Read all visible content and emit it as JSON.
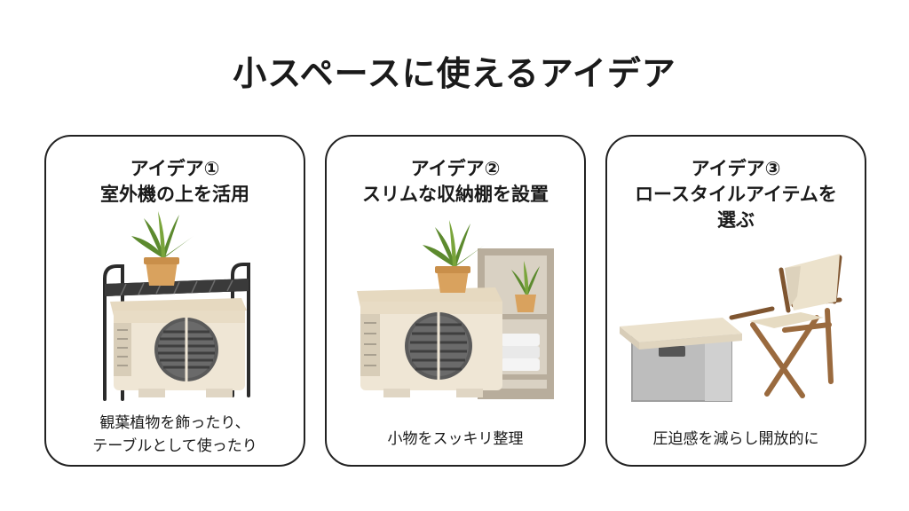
{
  "title": "小スペースに使えるアイデア",
  "cards": [
    {
      "heading": [
        "アイデア①",
        "室外機の上を活用"
      ],
      "caption": [
        "観葉植物を飾ったり、",
        "テーブルとして使ったり"
      ]
    },
    {
      "heading": [
        "アイデア②",
        "スリムな収納棚を設置"
      ],
      "caption": [
        "小物をスッキリ整理"
      ]
    },
    {
      "heading": [
        "アイデア③",
        "ロースタイルアイテムを",
        "選ぶ"
      ],
      "caption": [
        "圧迫感を減らし開放的に"
      ]
    }
  ],
  "icons": [
    "ac-unit-rack-plant-icon",
    "ac-unit-slim-shelf-icon",
    "low-table-chair-icon"
  ],
  "colors": {
    "unit": "#efe6d5",
    "unit_top": "#e8dcc5",
    "fan": "#555555",
    "rack": "#2b2b2b",
    "pot": "#d9a25e",
    "leaf": "#5c8a2e",
    "shelf": "#b8ad9c",
    "chair_frame": "#9a6a3e",
    "box": "#bdbdbd"
  }
}
